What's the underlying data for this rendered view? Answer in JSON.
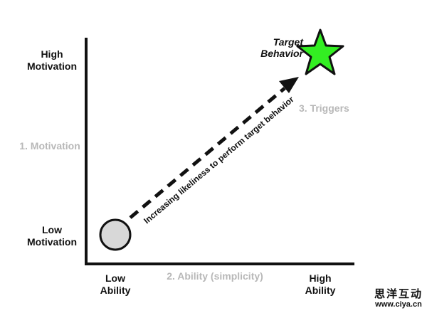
{
  "y_axis": {
    "high_line1": "High",
    "high_line2": "Motivation",
    "mid_label": "1. Motivation",
    "low_line1": "Low",
    "low_line2": "Motivation"
  },
  "x_axis": {
    "low_line1": "Low",
    "low_line2": "Ability",
    "mid_label": "2. Ability (simplicity)",
    "high_line1": "High",
    "high_line2": "Ability"
  },
  "target": {
    "line1": "Target",
    "line2": "Behavior",
    "star_color": "#33ee22"
  },
  "triggers_label": "3. Triggers",
  "arrow_label": "Increasing likeliness to perform target behavior",
  "start_circle_color": "#d8d8d8",
  "watermark": {
    "title": "思洋互动",
    "url": "www.ciya.cn"
  }
}
